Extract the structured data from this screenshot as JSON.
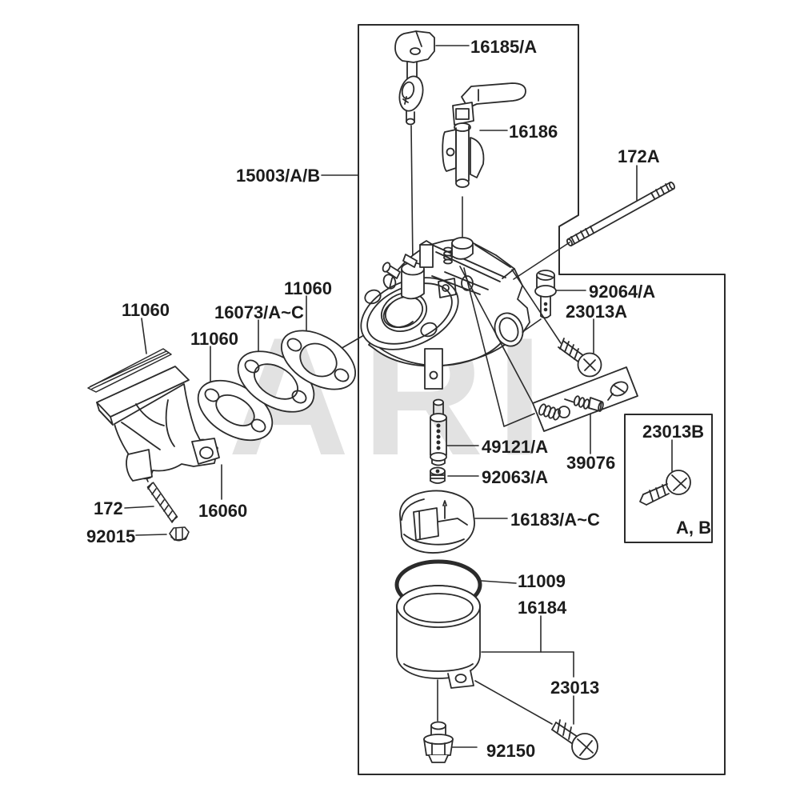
{
  "diagram": {
    "watermark": "ARI",
    "line_color": "#2b2b2b",
    "watermark_color": "#e2e2e2",
    "labels": {
      "l16185": "16185/A",
      "l16186": "16186",
      "l172A": "172A",
      "l15003": "15003/A/B",
      "l92064": "92064/A",
      "l23013A": "23013A",
      "l11060a": "11060",
      "l11060b": "11060",
      "l16073": "16073/A~C",
      "l11060c": "11060",
      "l49121": "49121/A",
      "l39076": "39076",
      "l92063": "92063/A",
      "l16183": "16183/A~C",
      "l11009": "11009",
      "l16184": "16184",
      "l23013": "23013",
      "l172": "172",
      "l16060": "16060",
      "l92015": "92015",
      "l92150": "92150",
      "l23013B": "23013B",
      "lAB": "A, B"
    }
  }
}
